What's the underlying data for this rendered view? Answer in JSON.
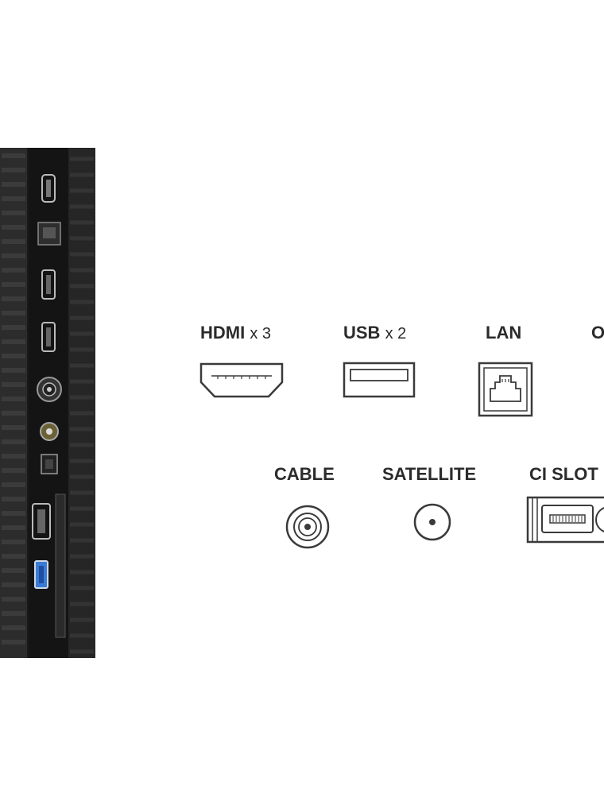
{
  "connectors_row1": [
    {
      "name": "HDMI",
      "count_text": "x 3",
      "icon": "hdmi-port-icon"
    },
    {
      "name": "USB",
      "count_text": "x 2",
      "icon": "usb-port-icon"
    },
    {
      "name": "LAN",
      "count_text": "",
      "icon": "lan-port-icon"
    },
    {
      "name": "O",
      "count_text": "",
      "icon": ""
    }
  ],
  "connectors_row2": [
    {
      "name": "CABLE",
      "icon": "cable-coax-icon"
    },
    {
      "name": "SATELLITE",
      "icon": "satellite-f-connector-icon"
    },
    {
      "name": "CI SLOT",
      "icon": "ci-slot-icon"
    }
  ],
  "tv_panel_ports": [
    "hdmi-vertical",
    "lan",
    "hdmi",
    "hdmi",
    "cable-coax",
    "satellite",
    "optical",
    "hdmi",
    "usb-blue"
  ],
  "colors": {
    "label": "#2b2b2b",
    "icon_stroke": "#3a3a3a",
    "panel_dark": "#1c1c1c",
    "usb_accent": "#3a7bd5"
  }
}
